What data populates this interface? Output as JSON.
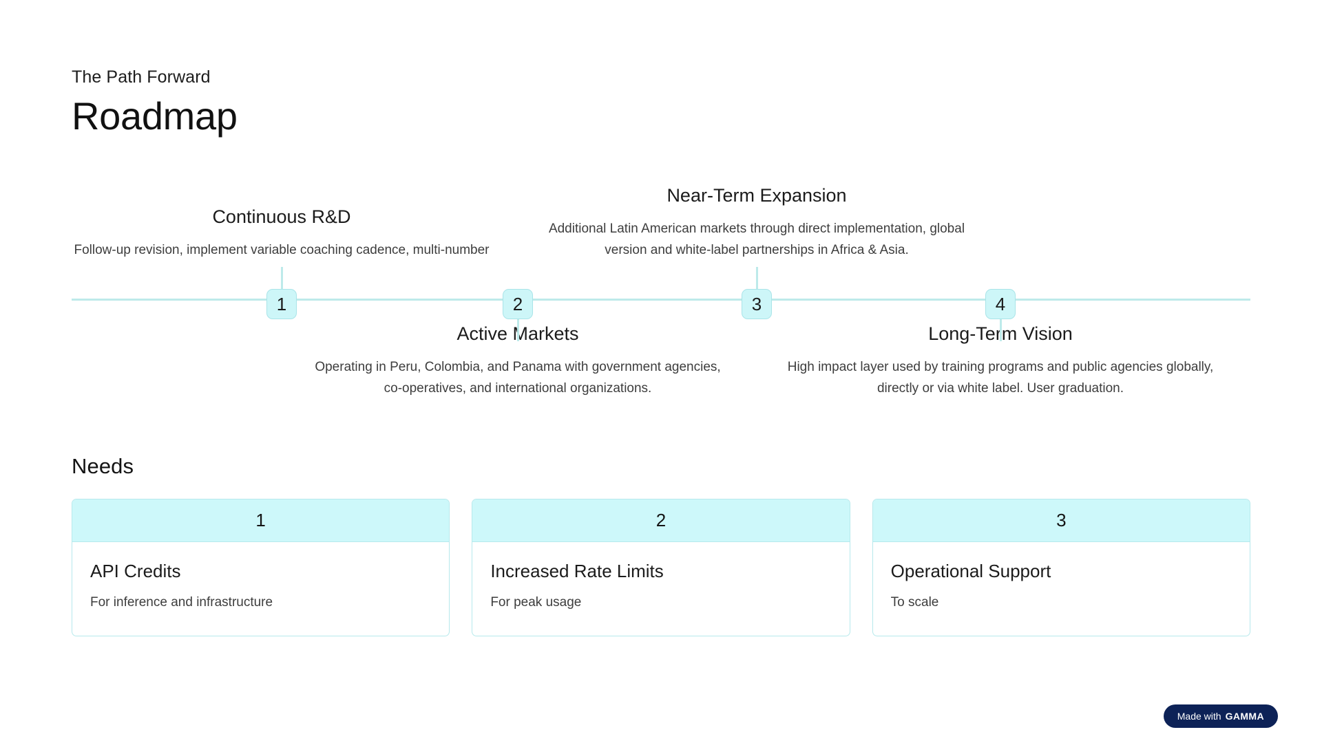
{
  "header": {
    "eyebrow": "The Path Forward",
    "title": "Roadmap"
  },
  "colors": {
    "accent_fill": "#CDF6F8",
    "accent_line": "#BDEAEA",
    "accent_border": "#A9E4E8",
    "card_header_fill": "#CDF8FA",
    "card_border": "#B6E9EC",
    "text_primary": "#1B1B1B",
    "text_secondary": "#3D3D3D",
    "badge_bg": "#0D2257",
    "page_bg": "#FFFFFF"
  },
  "timeline": {
    "milestones": [
      {
        "number": "1",
        "position": "above",
        "heading": "Continuous R&D",
        "body": "Follow-up revision, implement variable coaching cadence, multi-number"
      },
      {
        "number": "2",
        "position": "below",
        "heading": "Active Markets",
        "body": "Operating in Peru, Colombia, and Panama with government agencies, co-operatives, and international organizations."
      },
      {
        "number": "3",
        "position": "above",
        "heading": "Near-Term Expansion",
        "body": "Additional Latin American markets through direct implementation, global version and white-label partnerships in Africa & Asia."
      },
      {
        "number": "4",
        "position": "below",
        "heading": "Long-Term Vision",
        "body": "High impact layer used by training programs and public agencies globally, directly or via white label. User graduation."
      }
    ]
  },
  "needs": {
    "section_title": "Needs",
    "cards": [
      {
        "number": "1",
        "name": "API Credits",
        "description": "For inference and infrastructure"
      },
      {
        "number": "2",
        "name": "Increased Rate Limits",
        "description": "For peak usage"
      },
      {
        "number": "3",
        "name": "Operational Support",
        "description": "To scale"
      }
    ]
  },
  "footer": {
    "made_with": "Made with",
    "brand": "GAMMA"
  }
}
